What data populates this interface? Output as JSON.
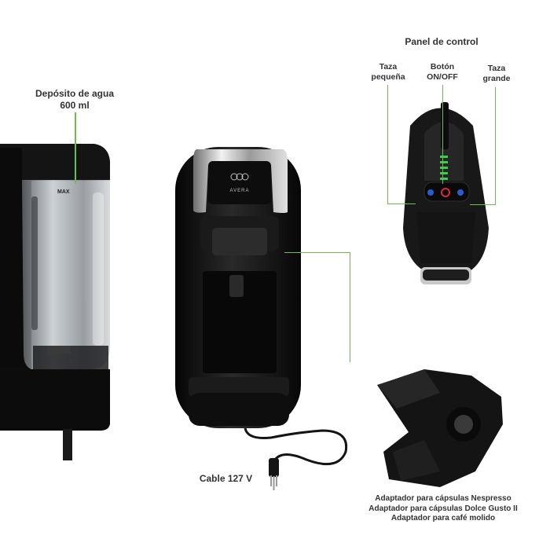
{
  "labels": {
    "tank_line1": "Depósito de agua",
    "tank_line2": "600 ml",
    "panel_title": "Panel de control",
    "small_cup_line1": "Taza",
    "small_cup_line2": "pequeña",
    "on_off_line1": "Botón",
    "on_off_line2": "ON/OFF",
    "large_cup_line1": "Taza",
    "large_cup_line2": "grande",
    "cable": "Cable 127 V",
    "adapter_1": "Adaptador para cápsulas Nespresso",
    "adapter_2": "Adaptador para cápsulas Dolce Gusto II",
    "adapter_3": "Adaptador para café molido"
  },
  "product_marks": {
    "brand": "AVERA",
    "tank_max": "MAX"
  },
  "colors": {
    "callout_green": "#6cc04a",
    "machine_black": "#111111",
    "indicator_green": "#37d04a",
    "button_blue": "#2a5bd7",
    "button_red": "#d72a3a"
  }
}
